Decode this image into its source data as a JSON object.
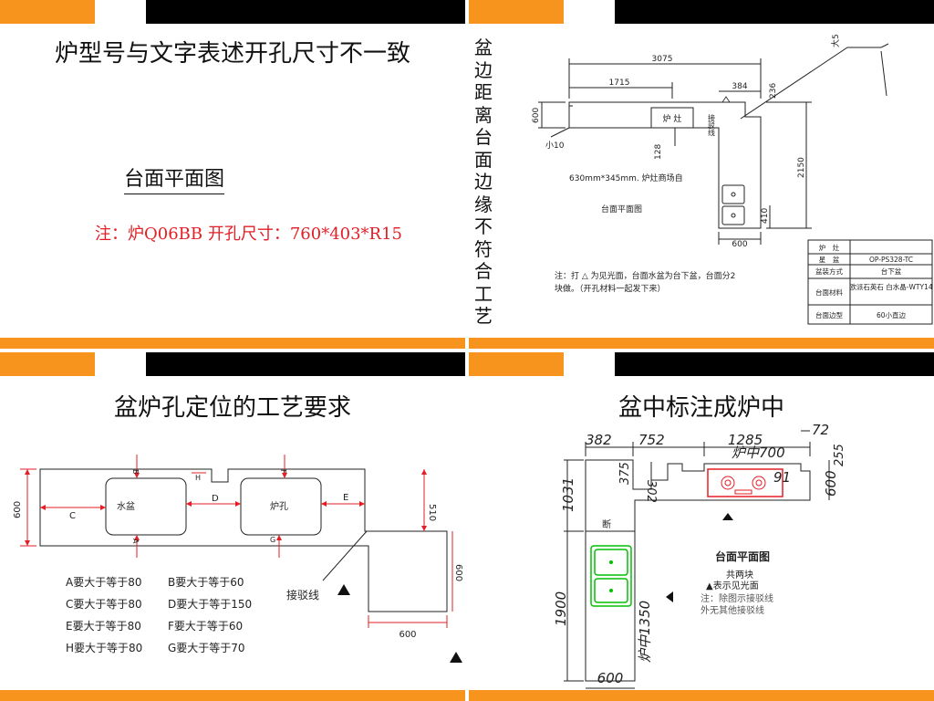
{
  "slide1": {
    "title": "炉型号与文字表述开孔尺寸不一致",
    "subtitle": "台面平面图",
    "note": "注：炉Q06BB 开孔尺寸：760*403*R15"
  },
  "slide2": {
    "vertical_title": "盆边距离台面边缘不符合工艺",
    "dims": {
      "d3075": "3075",
      "d1715": "1715",
      "d384": "384",
      "d236": "236",
      "d600l": "600",
      "d10": "小10",
      "d128": "128",
      "d2150": "2150",
      "d410": "410",
      "d600b": "600",
      "dtop": "大5"
    },
    "stove_label": "炉 灶",
    "seam_label": "接驳线",
    "size_note": "630mm*345mm. 炉灶商场自",
    "plan_label": "台面平面图",
    "note1": "注：打 △ 为见光面，台面水盆为台下盆，台面分2",
    "note2": "块做。（开孔材料一起发下来）",
    "table": [
      {
        "k": "炉　灶",
        "v": ""
      },
      {
        "k": "星　盆",
        "v": "OP-PS328-TC"
      },
      {
        "k": "盆装方式",
        "v": "台下盆"
      },
      {
        "k": "台面材料",
        "v": "欧派石英石\n白水晶-WTY14"
      },
      {
        "k": "台面边型",
        "v": "60小直边"
      }
    ]
  },
  "slide3": {
    "title": "盆炉孔定位的工艺要求",
    "sink_label": "水盆",
    "stove_label": "炉孔",
    "letters": {
      "A": "A",
      "B": "B",
      "C": "C",
      "D": "D",
      "E": "E",
      "F": "F",
      "G": "G",
      "H": "H"
    },
    "dims": {
      "d600": "600",
      "d510": "510",
      "d600b": "600",
      "d600r": "600"
    },
    "seam_label": "接驳线",
    "rules": [
      "A要大于等于80",
      "B要大于等于60",
      "C要大于等于80",
      "D要大于等于150",
      "E要大于等于80",
      "F要大于等于60",
      "H要大于等于80",
      "G要大于等于70"
    ]
  },
  "slide4": {
    "title": "盆中标注成炉中",
    "dims": {
      "d382": "382",
      "d752": "752",
      "d1285": "1285",
      "d72": "72",
      "d700": "炉中700",
      "d255": "255",
      "d1031": "1031",
      "d375": "375",
      "d302": "302",
      "d91": "91",
      "d600r": "600",
      "d1900": "1900",
      "d1350": "炉中1350",
      "d600b": "600"
    },
    "break_label": "断",
    "plan_label": "台面平面图",
    "pieces": "共两块",
    "visible": "▲表示见光面",
    "note1": "注：除图示接驳线",
    "note2": "外无其他接驳线"
  }
}
